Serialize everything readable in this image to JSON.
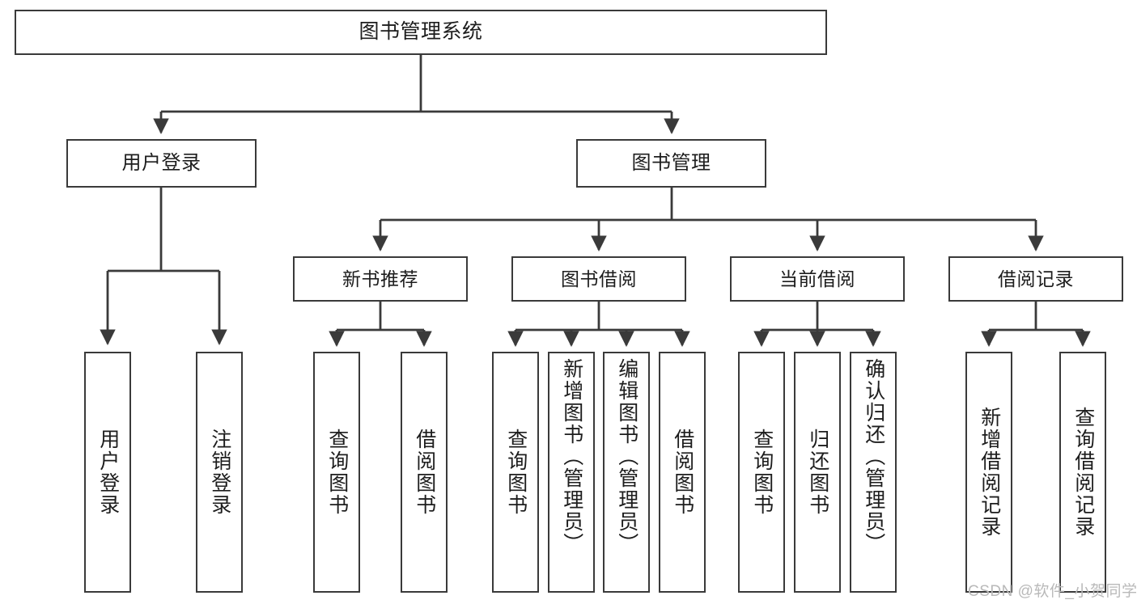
{
  "diagram": {
    "title": "图书管理系统",
    "type": "tree-hierarchy-chart",
    "stroke_color": "#3a3a3a",
    "background_color": "#ffffff",
    "text_color": "#1d1d1d"
  },
  "watermark": {
    "text": "CSDN @软件_小贺同学",
    "color": "#b9b9b9"
  },
  "nodes": {
    "root": {
      "label": "图书管理系统"
    },
    "level2": [
      {
        "label": "用户登录"
      },
      {
        "label": "图书管理"
      }
    ],
    "level3": [
      {
        "label": "新书推荐"
      },
      {
        "label": "图书借阅"
      },
      {
        "label": "当前借阅"
      },
      {
        "label": "借阅记录"
      }
    ],
    "leaves": {
      "user_login": [
        {
          "label": "用户登录"
        },
        {
          "label": "注销登录"
        }
      ],
      "new_book_recommend": [
        {
          "label": "查询图书"
        },
        {
          "label": "借阅图书"
        }
      ],
      "book_borrow": [
        {
          "label": "查询图书"
        },
        {
          "label": "新增图书（管理员）"
        },
        {
          "label": "编辑图书（管理员）"
        },
        {
          "label": "借阅图书"
        }
      ],
      "current_borrow": [
        {
          "label": "查询图书"
        },
        {
          "label": "归还图书"
        },
        {
          "label": "确认归还（管理员）"
        }
      ],
      "borrow_record": [
        {
          "label": "新增借阅记录"
        },
        {
          "label": "查询借阅记录"
        }
      ]
    }
  },
  "chart_data": {
    "type": "table",
    "title": "图书管理系统",
    "hierarchy": [
      {
        "name": "图书管理系统",
        "children": [
          {
            "name": "用户登录",
            "children": [
              {
                "name": "用户登录"
              },
              {
                "name": "注销登录"
              }
            ]
          },
          {
            "name": "图书管理",
            "children": [
              {
                "name": "新书推荐",
                "children": [
                  {
                    "name": "查询图书"
                  },
                  {
                    "name": "借阅图书"
                  }
                ]
              },
              {
                "name": "图书借阅",
                "children": [
                  {
                    "name": "查询图书"
                  },
                  {
                    "name": "新增图书（管理员）"
                  },
                  {
                    "name": "编辑图书（管理员）"
                  },
                  {
                    "name": "借阅图书"
                  }
                ]
              },
              {
                "name": "当前借阅",
                "children": [
                  {
                    "name": "查询图书"
                  },
                  {
                    "name": "归还图书"
                  },
                  {
                    "name": "确认归还（管理员）"
                  }
                ]
              },
              {
                "name": "借阅记录",
                "children": [
                  {
                    "name": "新增借阅记录"
                  },
                  {
                    "name": "查询借阅记录"
                  }
                ]
              }
            ]
          }
        ]
      }
    ]
  }
}
